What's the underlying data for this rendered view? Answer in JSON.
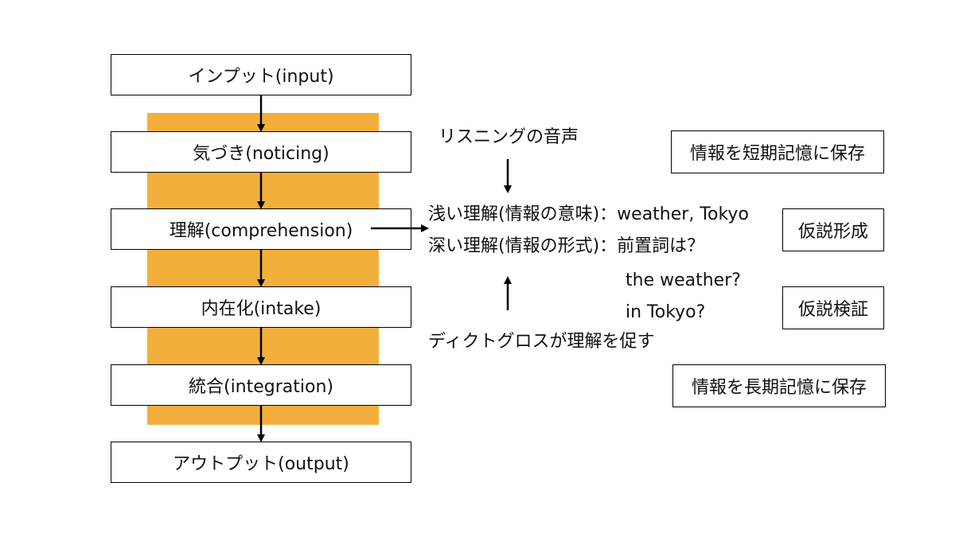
{
  "stages": [
    {
      "label": "インプット(input)"
    },
    {
      "label": "気づき(noticing)"
    },
    {
      "label": "理解(comprehension)"
    },
    {
      "label": "内在化(intake)"
    },
    {
      "label": "統合(integration)"
    },
    {
      "label": "アウトプット(output)"
    }
  ],
  "center": {
    "listening_audio": "リスニングの音声",
    "shallow_understanding": "浅い理解(情報の意味)：weather, Tokyo",
    "deep_understanding": "深い理解(情報の形式)：前置詞は？",
    "example_1": "the weather?",
    "example_2": "in Tokyo?",
    "dictogloss": "ディクトグロスが理解を促す"
  },
  "notes": {
    "short_term": "情報を短期記憶に保存",
    "hypothesis_forming": "仮説形成",
    "hypothesis_testing": "仮説検証",
    "long_term": "情報を長期記憶に保存"
  },
  "colors": {
    "band": "#f2af3b",
    "border": "#000000"
  }
}
